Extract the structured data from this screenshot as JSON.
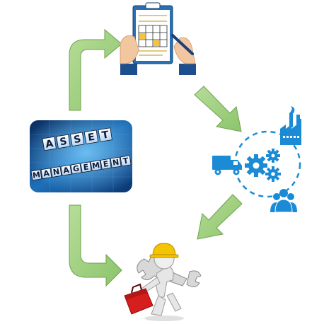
{
  "asset_management": {
    "word1": "ASSET",
    "word2": "MANAGEMENT",
    "letters1": [
      "A",
      "S",
      "S",
      "E",
      "T"
    ],
    "letters2": [
      "M",
      "A",
      "N",
      "A",
      "G",
      "E",
      "M",
      "E",
      "N",
      "T"
    ]
  },
  "colors": {
    "arrow_fill": "#9ccf7c",
    "arrow_stroke": "#6fa24f",
    "accent_blue": "#1c8bd6",
    "tile_bg_dark": "#0a2d5e",
    "tile_bg_light": "#2f8fd9",
    "helmet": "#f5c400",
    "toolbox": "#d71e1e",
    "clipboard": "#1d4f8f"
  },
  "icons": [
    "clipboard-checklist-icon",
    "factory-icon",
    "gears-icon",
    "delivery-truck-icon",
    "people-group-icon",
    "worker-with-wrench-and-toolbox-icon"
  ]
}
